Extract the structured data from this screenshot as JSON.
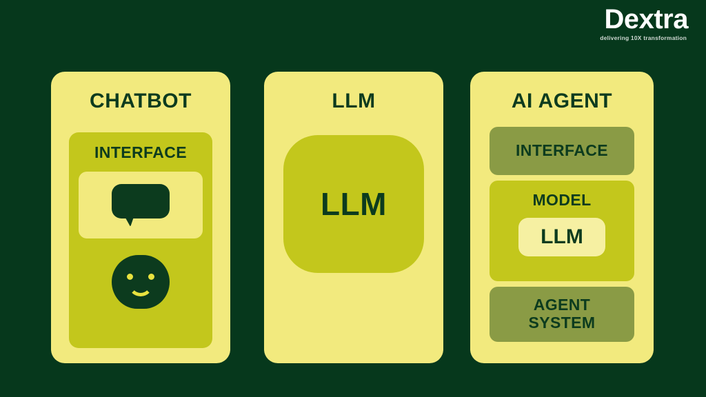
{
  "brand": {
    "name_part1": "De",
    "name_x": "x",
    "name_part2": "tra",
    "tagline": "delivering 10X transformation"
  },
  "cards": [
    {
      "id": "chatbot",
      "title": "CHATBOT",
      "panel_label": "INTERFACE",
      "icons": [
        "chat-bubble-icon",
        "smiley-face-icon"
      ]
    },
    {
      "id": "llm",
      "title": "LLM",
      "block_label": "LLM"
    },
    {
      "id": "agent",
      "title": "AI AGENT",
      "segments": [
        {
          "label": "INTERFACE",
          "style": "olive"
        },
        {
          "label": "MODEL",
          "style": "bright",
          "inner_label": "LLM"
        },
        {
          "label": "AGENT SYSTEM",
          "line1": "AGENT",
          "line2": "SYSTEM",
          "style": "olive"
        }
      ]
    }
  ],
  "colors": {
    "background": "#06381c",
    "card": "#f2ea7e",
    "bright_panel": "#c3c71c",
    "olive_panel": "#8a9b45",
    "text_dark": "#0c3b1e",
    "inner_llm": "#f6f0a2",
    "accent_yellow": "#e8e23f",
    "logo_white": "#ffffff",
    "tagline_grey": "#cfd8d2"
  }
}
